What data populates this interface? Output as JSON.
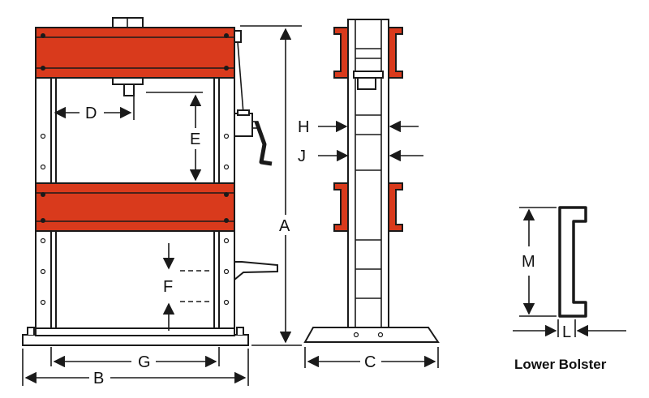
{
  "labels": {
    "A": "A",
    "B": "B",
    "C": "C",
    "D": "D",
    "E": "E",
    "F": "F",
    "G": "G",
    "H": "H",
    "J": "J",
    "L": "L",
    "M": "M"
  },
  "caption": "Lower Bolster",
  "colors": {
    "beam": "#d93a1c",
    "line": "#1a1a1a",
    "background": "#ffffff"
  }
}
